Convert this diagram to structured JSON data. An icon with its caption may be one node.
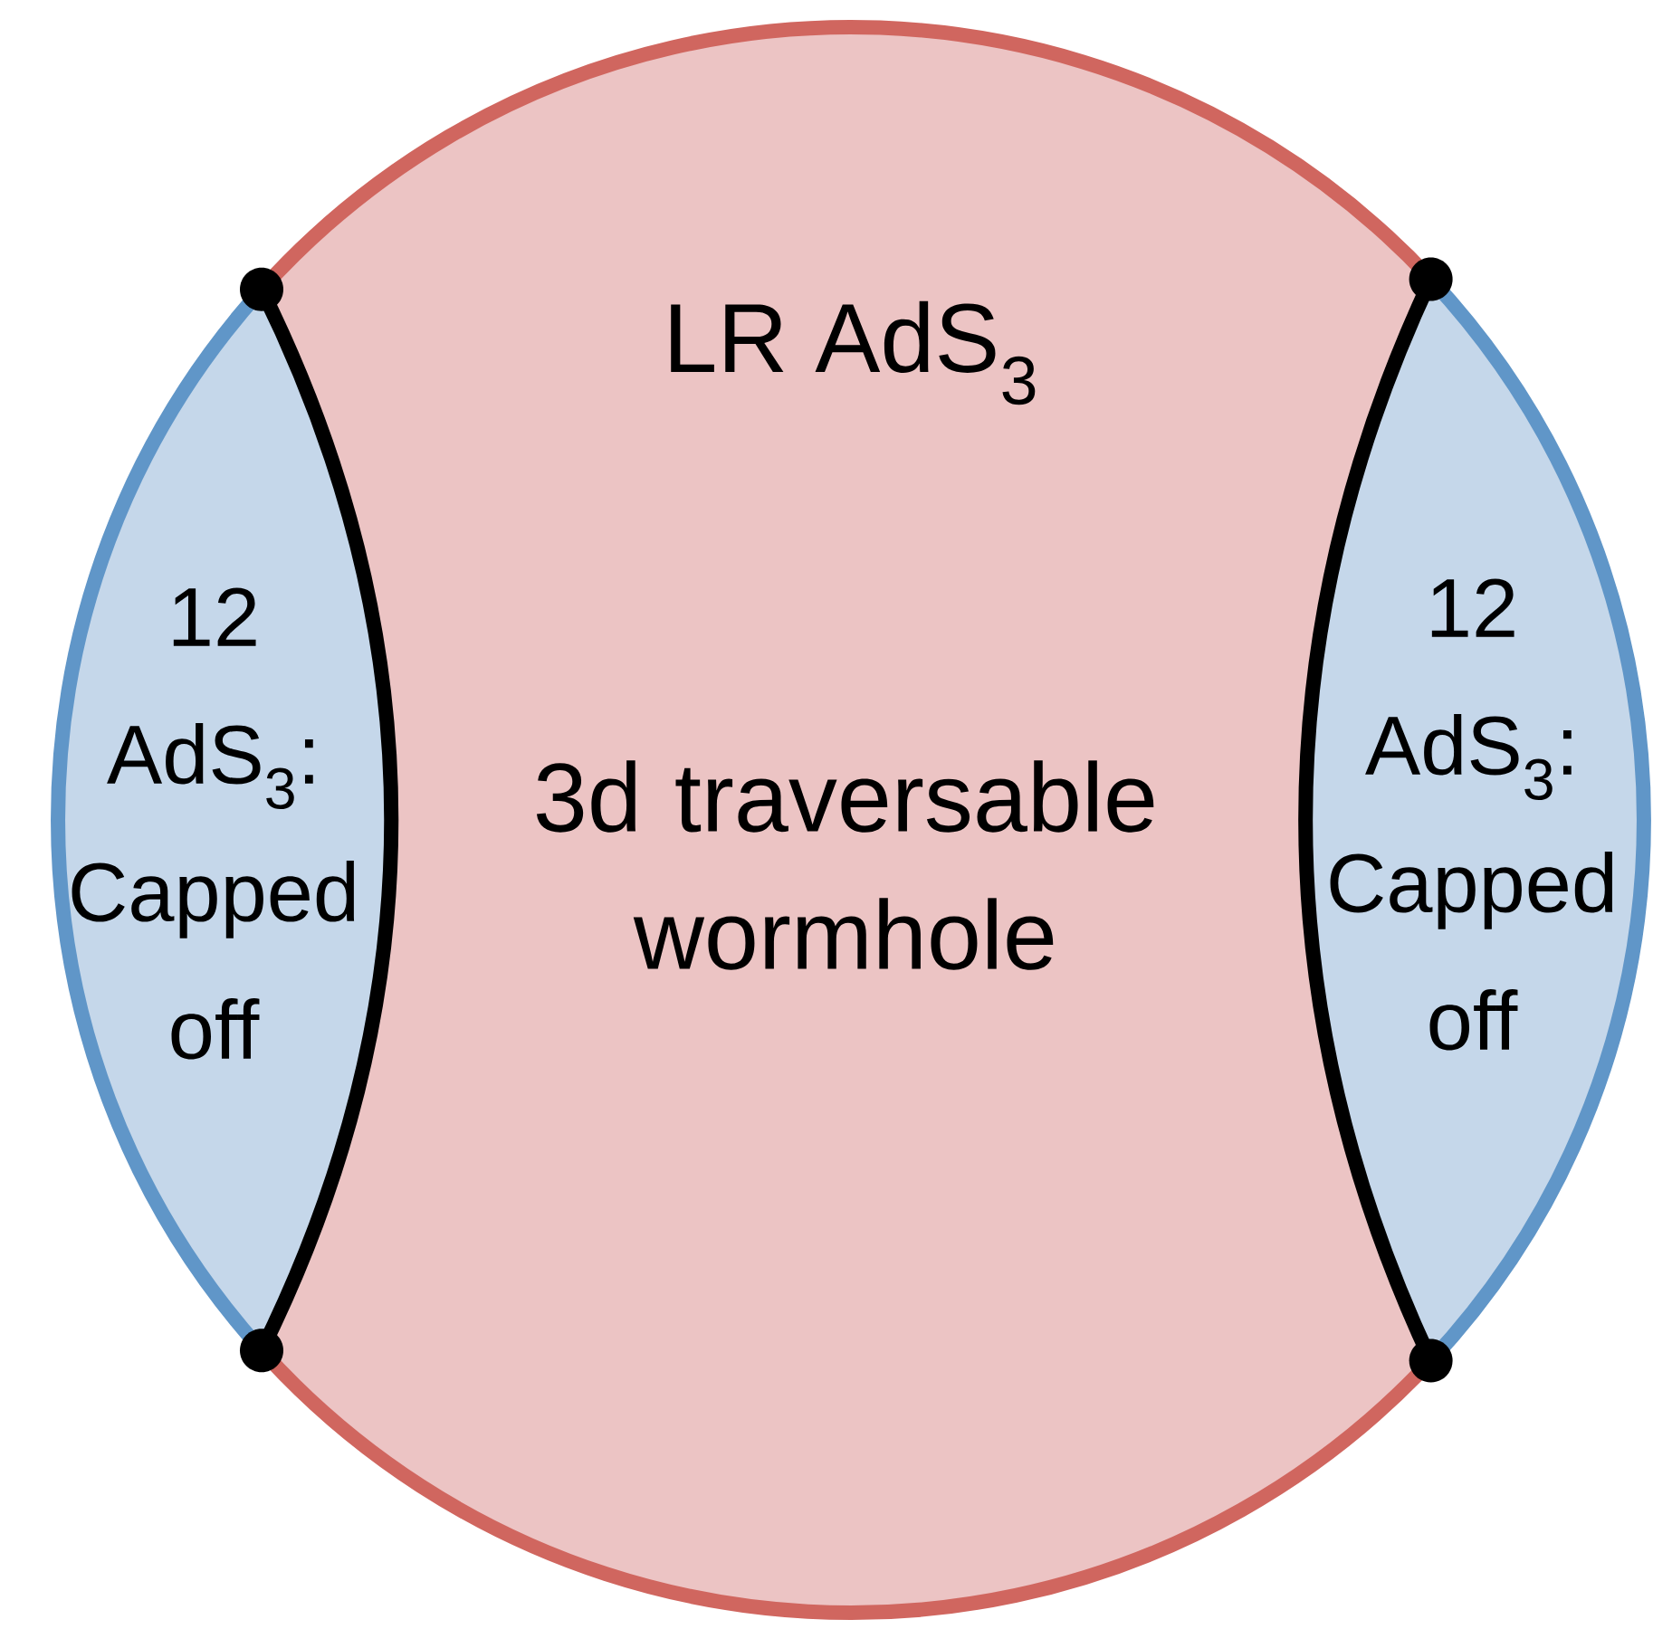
{
  "diagram": {
    "nodes": [
      {
        "text": [
          "LR AdS$_{3}$",
          "3d traversable wormhole"
        ]
      },
      {
        "text": [
          "12 AdS$_{3}$: Capped off"
        ],
        "in": 0
      },
      {
        "text": [
          "12 AdS$_{3}$: Capped off"
        ],
        "in": 0
      }
    ]
  }
}
